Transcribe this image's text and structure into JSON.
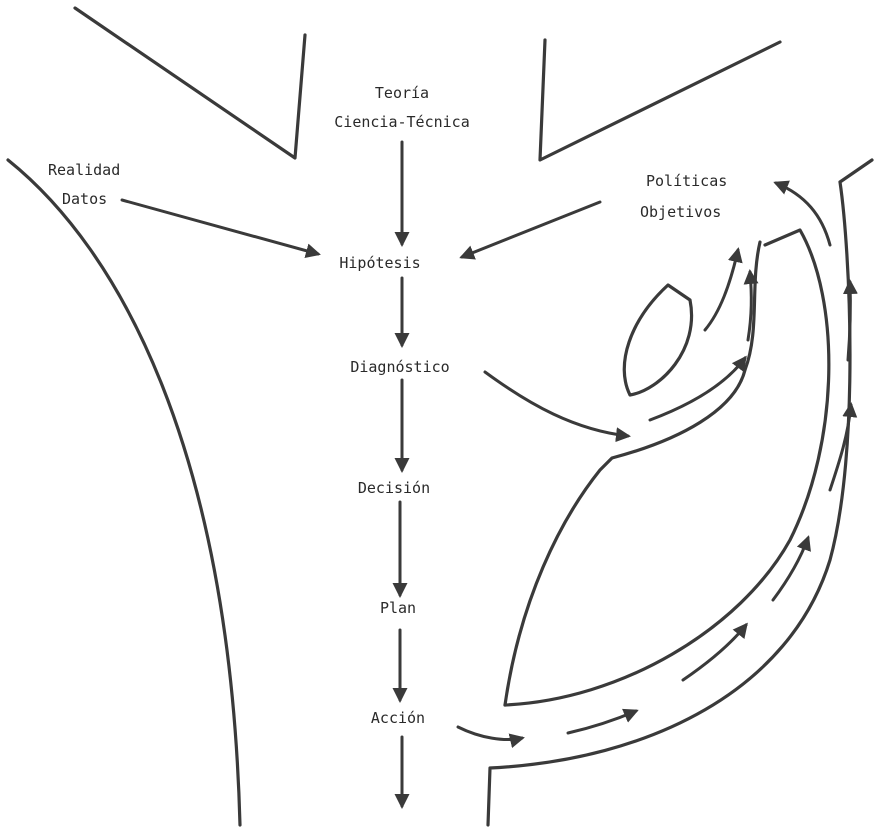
{
  "nodes": {
    "teoria_line1": "Teoría",
    "teoria_line2": "Ciencia-Técnica",
    "realidad_line1": "Realidad",
    "realidad_line2": "Datos",
    "politicas_line1": "Políticas",
    "politicas_line2": "Objetivos",
    "hipotesis": "Hipótesis",
    "diagnostico": "Diagnóstico",
    "decision": "Decisión",
    "plan": "Plan",
    "accion": "Acción"
  },
  "colors": {
    "ink": "#3a3a3a",
    "background": "#ffffff"
  }
}
